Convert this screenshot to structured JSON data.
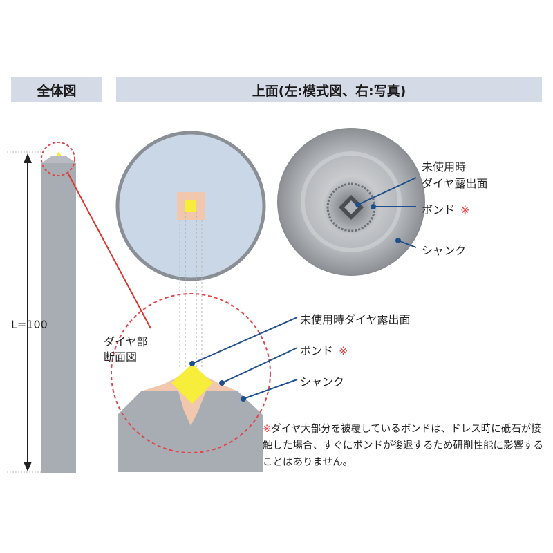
{
  "headers": {
    "overall": "全体図",
    "top_view": "上面(左:模式図、右:写真)"
  },
  "length_label": "L=100",
  "section_label_line1": "ダイヤ部",
  "section_label_line2": "断面図",
  "photo_labels": {
    "exposed_line1": "未使用時",
    "exposed_line2": "ダイヤ露出面",
    "bond": "ボンド",
    "bond_mark": "※",
    "shank": "シャンク"
  },
  "section_labels": {
    "exposed": "未使用時ダイヤ露出面",
    "bond": "ボンド",
    "bond_mark": "※",
    "shank": "シャンク"
  },
  "note": {
    "mark": "※",
    "text": "ダイヤ大部分を被覆しているボンドは、ドレス時に砥石が接触した場合、すぐにボンドが後退するため研削性能に影響することはありません。"
  },
  "colors": {
    "header_bg": "#d4dbe7",
    "shank_gray": "#a8adb4",
    "top_circle_fill": "#cad7e6",
    "bond_peach": "#f1c7ad",
    "diamond_yellow": "#f6ee3a",
    "leader_red": "#d9352e",
    "leader_blue": "#1f4f8c",
    "dashed_circle": "#e0464a"
  }
}
